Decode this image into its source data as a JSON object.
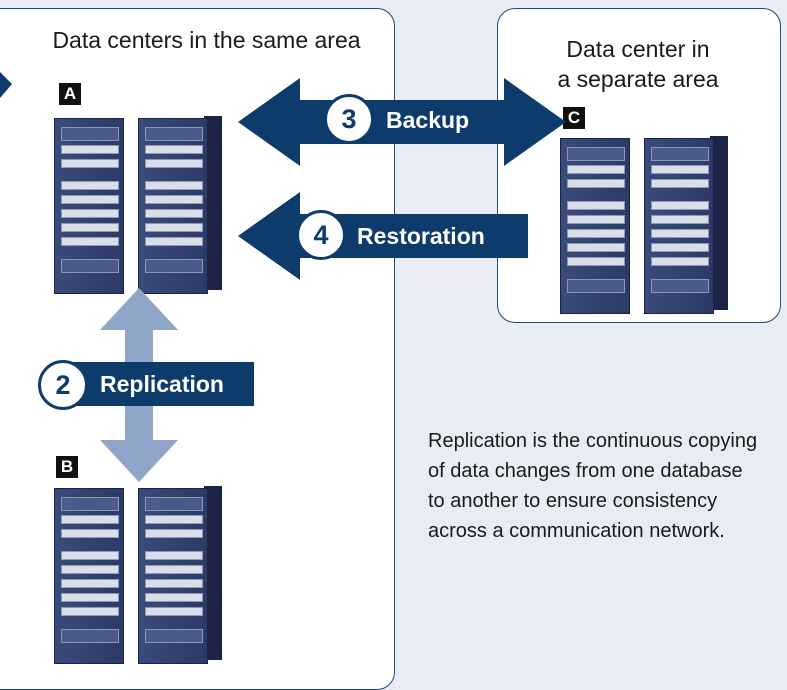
{
  "panels": {
    "same_area_title": "Data centers in the same area",
    "separate_area_title_line1": "Data center in",
    "separate_area_title_line2": "a separate area"
  },
  "site_labels": {
    "a": "A",
    "b": "B",
    "c": "C"
  },
  "steps": {
    "replication": {
      "number": "2",
      "label": "Replication"
    },
    "backup": {
      "number": "3",
      "label": "Backup"
    },
    "restoration": {
      "number": "4",
      "label": "Restoration"
    }
  },
  "caption": "Replication is the continuous copying of data changes from one database to another to ensure consistency across a communication network.",
  "colors": {
    "arrow_dark": "#0d3b6b",
    "arrow_light": "#8fa6c9",
    "panel_border": "#1e4a7c",
    "background": "#e8edf5"
  }
}
